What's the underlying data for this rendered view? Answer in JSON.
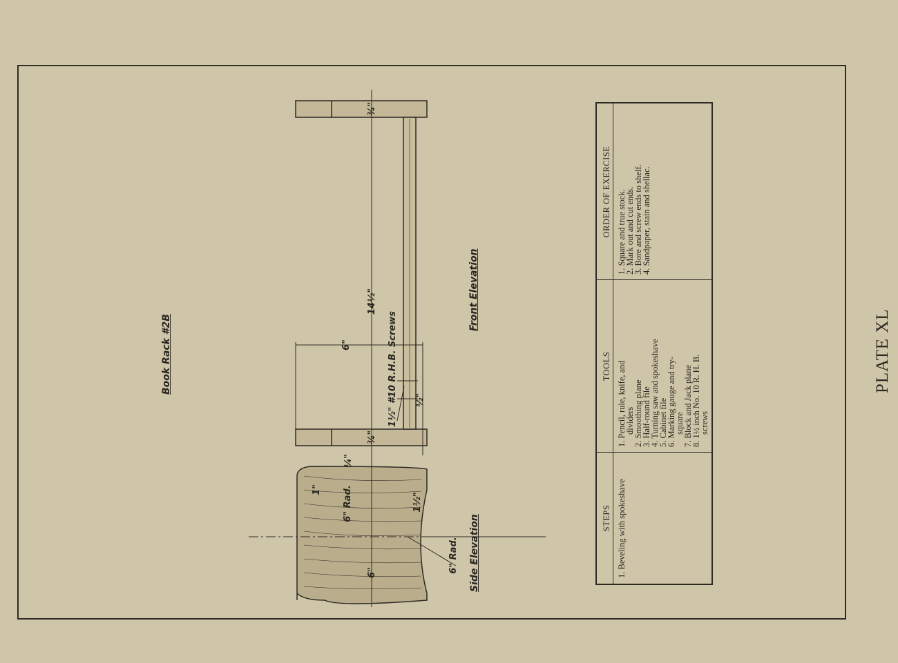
{
  "drawing": {
    "title": "Book Rack #2B",
    "front_elevation_label": "Front Elevation",
    "side_elevation_label": "Side Elevation",
    "dimensions": {
      "length": "14½\"",
      "height": "6\"",
      "end_thickness_left": "¾\"",
      "end_thickness_right": "¾\"",
      "shelf_thickness": "½\"",
      "screw_note": "1½\" #10 R.H.B. Screws",
      "side_width": "6\"",
      "side_radius_1": "6\" Rad.",
      "side_radius_2": "6\" Rad.",
      "side_offset": "¼\"",
      "side_small_1": "1\"",
      "side_small_2": "1½\""
    }
  },
  "table": {
    "headers": {
      "steps": "STEPS",
      "tools": "TOOLS",
      "order": "ORDER OF EXERCISE"
    },
    "steps": [
      "1. Beveling with spokeshave"
    ],
    "tools": [
      "1. Pencil, rule, knife, and",
      "dividers",
      "2. Smoothing plane",
      "3. Half-round file",
      "4. Turning saw and spokeshave",
      "5. Cabinet file",
      "6. Marking gauge and try-",
      "square",
      "7. Block and Jack plane",
      "8. 1½ inch No. 10 R. H. B.",
      "screws"
    ],
    "order": [
      "1. Square and true stock.",
      "2. Mark out and cut ends.",
      "3. Bore and screw ends to shelf.",
      "4. Sandpaper, stain and shellac."
    ]
  },
  "plate_label": "PLATE XL"
}
